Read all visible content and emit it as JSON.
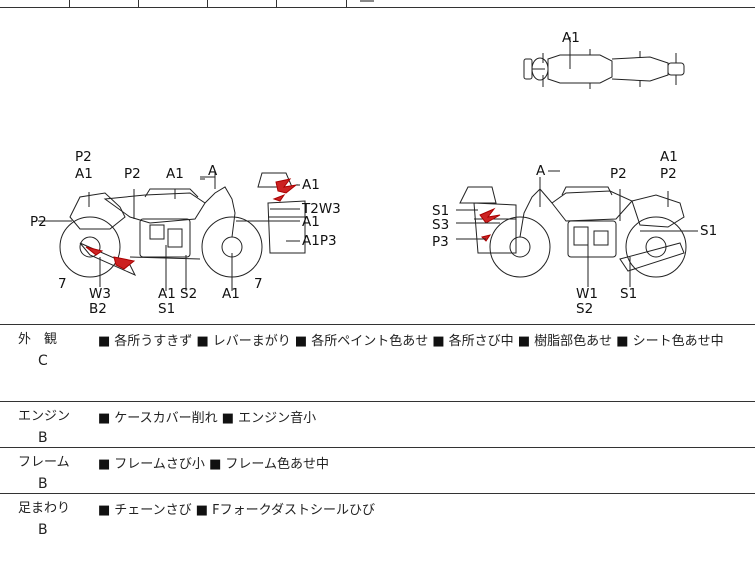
{
  "diagram": {
    "top_view_labels": [
      "A1"
    ],
    "left_side_labels": [
      "P2",
      "A1",
      "P2",
      "A1",
      "A",
      "P2",
      "A1",
      "T2W3",
      "A1",
      "A1P3",
      "7",
      "W3",
      "B2",
      "A1",
      "S2",
      "S1",
      "A1",
      "7"
    ],
    "right_side_labels": [
      "A",
      "A1",
      "P2",
      "P2",
      "S1",
      "S3",
      "P3",
      "S1",
      "W1",
      "S2",
      "S1"
    ]
  },
  "rows": [
    {
      "category": "外　観",
      "grade": "C",
      "notes": [
        "各所うすきず",
        "レバーまがり",
        "各所ペイント色あせ",
        "各所さび中",
        "樹脂部色あせ",
        "シート色あせ中"
      ]
    },
    {
      "category": "エンジン",
      "grade": "B",
      "notes": [
        "ケースカバー削れ",
        "エンジン音小"
      ]
    },
    {
      "category": "フレーム",
      "grade": "B",
      "notes": [
        "フレームさび小",
        "フレーム色あせ中"
      ]
    },
    {
      "category": "足まわり",
      "grade": "B",
      "notes": [
        "チェーンさび",
        "Fフォークダストシールひび"
      ]
    }
  ],
  "bullet": "■"
}
